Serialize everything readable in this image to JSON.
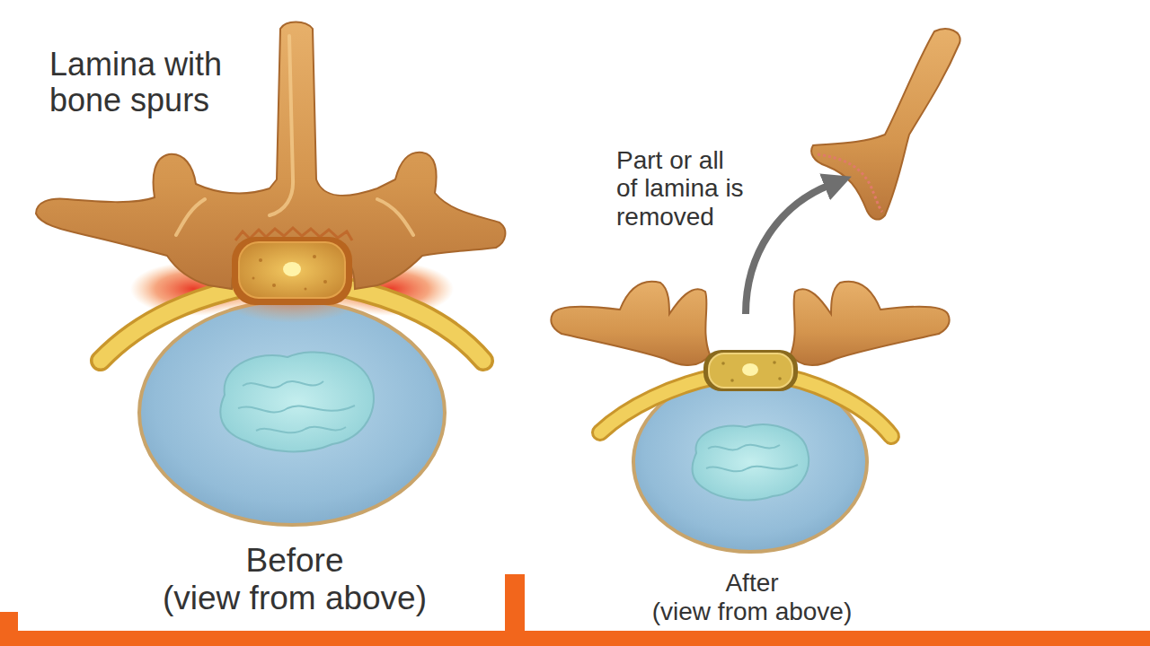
{
  "diagram": {
    "labels": [
      "Lamina with bone spurs",
      "Part or all of lamina is removed",
      "Before",
      "(view from above)",
      "After",
      "(view from above)"
    ]
  }
}
